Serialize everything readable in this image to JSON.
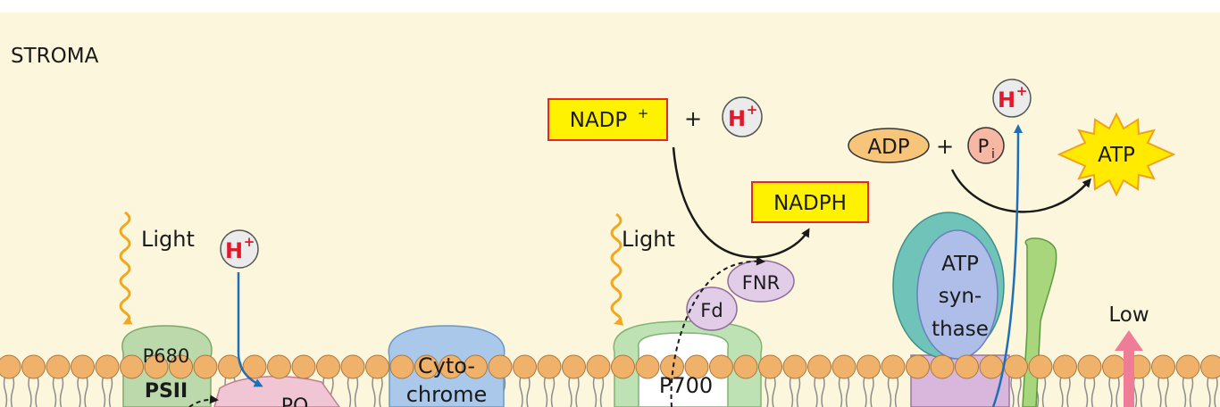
{
  "stroma_label": "STROMA",
  "light_label": "Light",
  "plus_sign": "+",
  "h_plus": "H",
  "h_plus_sup": "+",
  "nadp": "NADP",
  "nadp_sup": "+",
  "nadph": "NADPH",
  "adp": "ADP",
  "pi": "P",
  "pi_sub": "i",
  "atp": "ATP",
  "fnr": "FNR",
  "fd": "Fd",
  "psii": {
    "line1": "P680",
    "line2": "PSII",
    "pq": "PQ"
  },
  "cytochrome": {
    "line1": "Cyto-",
    "line2": "chrome"
  },
  "psi": {
    "line1": "P700"
  },
  "atp_synthase": {
    "line1": "ATP",
    "line2": "syn-",
    "line3": "thase"
  },
  "gradient_label": "Low",
  "colors": {
    "background": "#fcf7dc",
    "highlight_box": "#fff200",
    "highlight_border": "#e8271e",
    "h_plus_text": "#e0182d",
    "lipid_head": "#f0b26a",
    "psii": "#bcd9ab",
    "cytochrome": "#a9c8ea",
    "psi": "#c8e6c0",
    "fd_fnr": "#e2cde8",
    "adp": "#f7c57a",
    "pi": "#f6b7a3",
    "synthase_outer": "#6fc3b9",
    "synthase_core": "#aebee8",
    "electron_arrow": "#1a1a1a",
    "proton_arrow": "#1f6fb7",
    "light_wave": "#f2a81e",
    "gradient_arrow": "#ef7d97"
  }
}
